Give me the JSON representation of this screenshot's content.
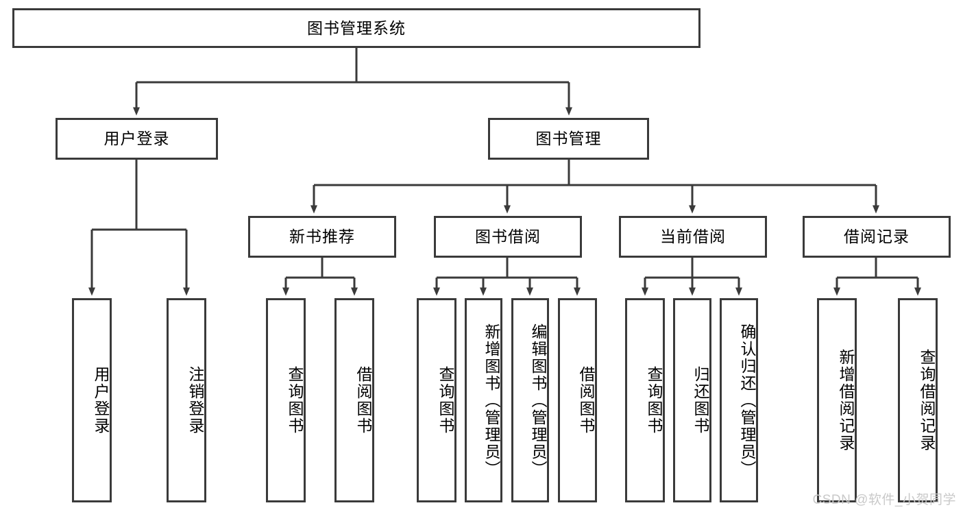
{
  "diagram": {
    "title": "图书管理系统",
    "type": "tree",
    "orientation": "top-down",
    "colors": {
      "background": "#ffffff",
      "node_border": "#3a3a3a",
      "node_fill": "#ffffff",
      "connector": "#3a3a3a",
      "text": "#000000",
      "watermark": "#c9c9c9"
    },
    "root": {
      "label": "图书管理系统"
    },
    "level1": [
      {
        "label": "用户登录"
      },
      {
        "label": "图书管理"
      }
    ],
    "level2": [
      {
        "label": "新书推荐"
      },
      {
        "label": "图书借阅"
      },
      {
        "label": "当前借阅"
      },
      {
        "label": "借阅记录"
      }
    ],
    "leaves": {
      "user_login": [
        {
          "label": "用户登录"
        },
        {
          "label": "注销登录"
        }
      ],
      "new_book_recommend": [
        {
          "label": "查询图书"
        },
        {
          "label": "借阅图书"
        }
      ],
      "book_borrow": [
        {
          "label": "查询图书"
        },
        {
          "label": "新增图书（管理员）"
        },
        {
          "label": "编辑图书（管理员）"
        },
        {
          "label": "借阅图书"
        }
      ],
      "current_borrow": [
        {
          "label": "查询图书"
        },
        {
          "label": "归还图书"
        },
        {
          "label": "确认归还（管理员）"
        }
      ],
      "borrow_record": [
        {
          "label": "新增借阅记录"
        },
        {
          "label": "查询借阅记录"
        }
      ]
    }
  },
  "watermark": {
    "text": "CSDN @软件_小贺同学"
  }
}
